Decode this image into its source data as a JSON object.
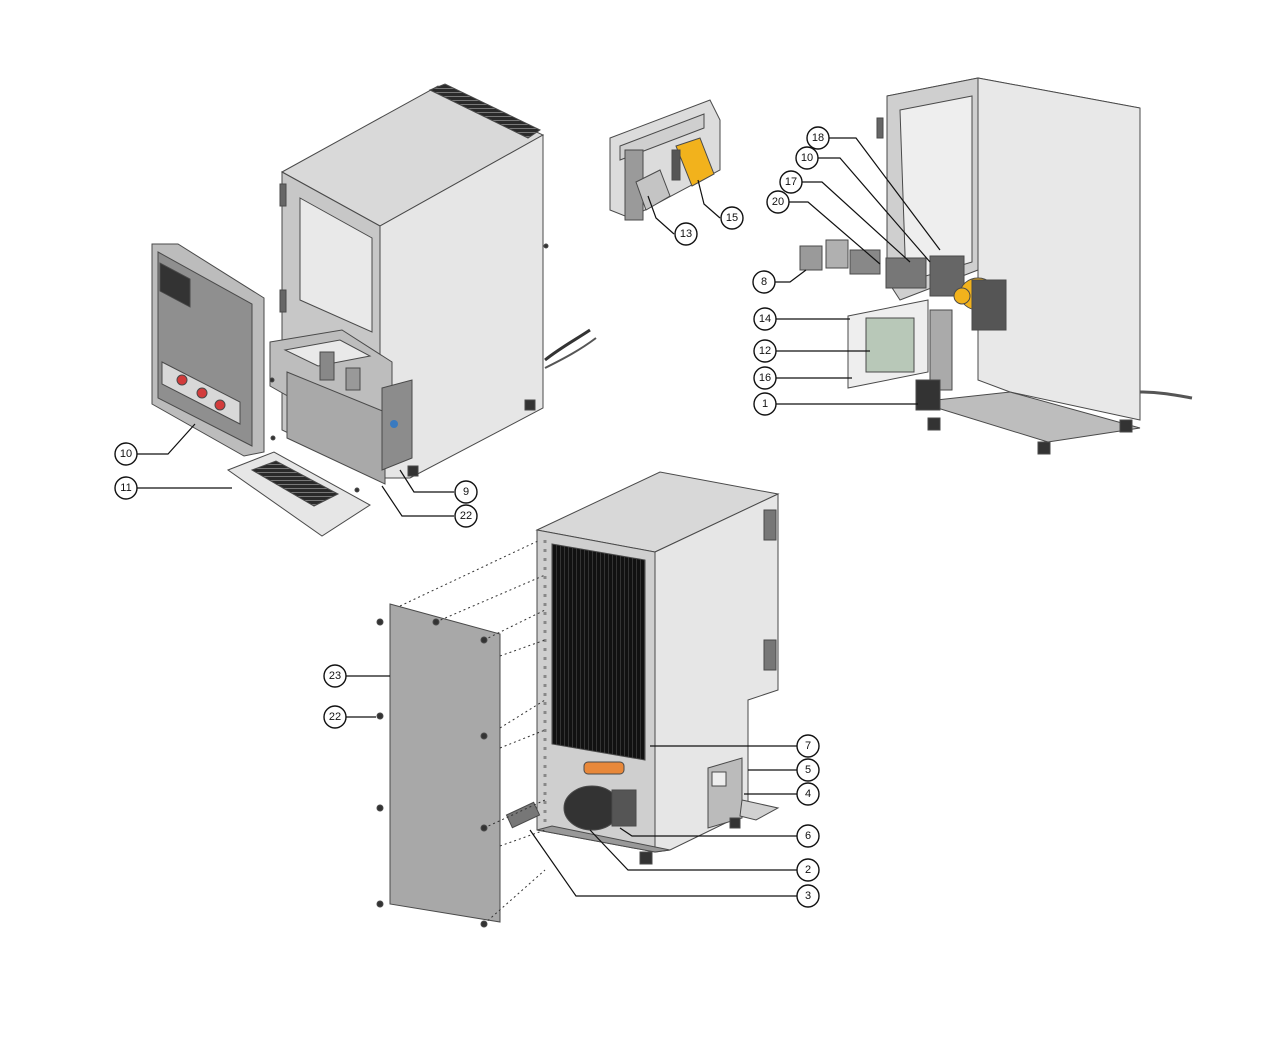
{
  "diagram": {
    "callouts": {
      "c10a": "10",
      "c11": "11",
      "c9": "9",
      "c22a": "22",
      "c13": "13",
      "c15": "15",
      "c18": "18",
      "c10b": "10",
      "c17": "17",
      "c20": "20",
      "c8": "8",
      "c14": "14",
      "c12": "12",
      "c16": "16",
      "c1": "1",
      "c23": "23",
      "c22b": "22",
      "c7": "7",
      "c5": "5",
      "c4": "4",
      "c6": "6",
      "c2": "2",
      "c3": "3"
    },
    "colors": {
      "panel_light": "#e6e6e6",
      "panel_mid": "#c9c9c9",
      "panel_dark": "#9a9a9a",
      "outline": "#4a4a4a",
      "accent_red": "#d23b3b",
      "accent_yellow": "#f2b21c",
      "accent_orange": "#e8883a",
      "coil_dark": "#111111"
    }
  }
}
